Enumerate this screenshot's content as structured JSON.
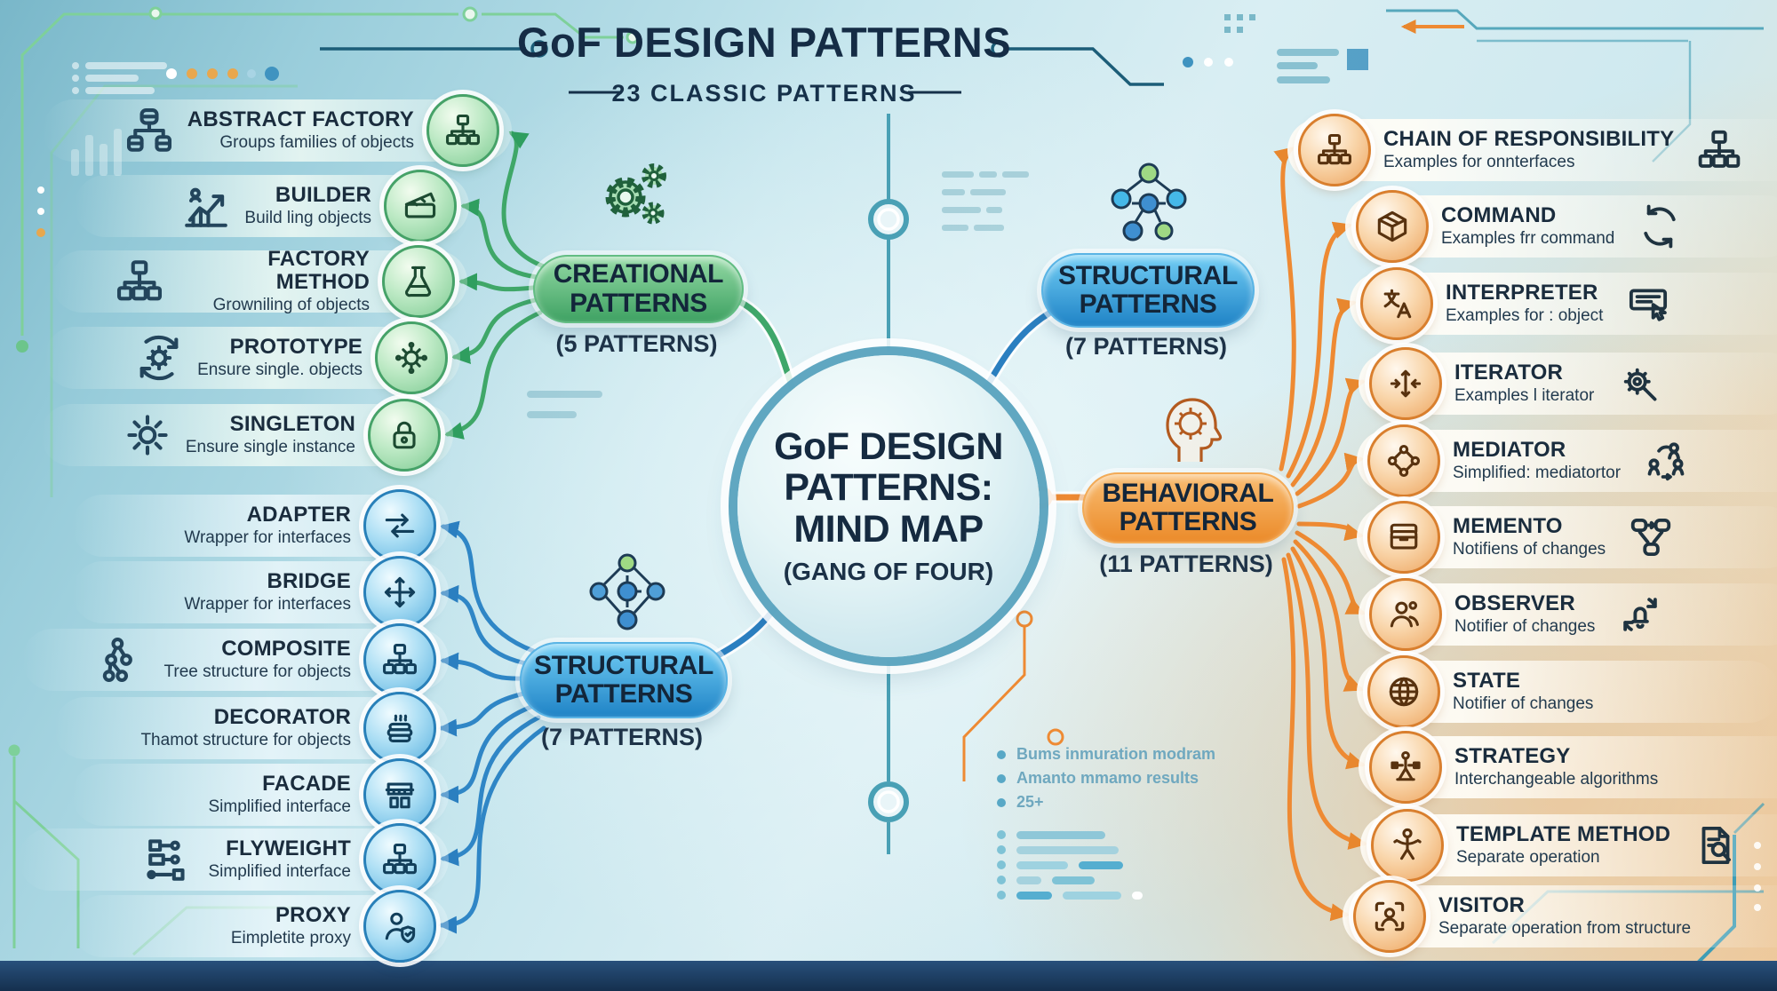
{
  "header": {
    "title": "GoF DESIGN PATTERNS",
    "subtitle": "23 CLASSIC PATTERNS"
  },
  "center_node": {
    "title": "GoF DESIGN PATTERNS: MIND MAP",
    "subtitle": "(GANG OF FOUR)"
  },
  "nodes": {
    "creational": {
      "label": "CREATIONAL PATTERNS",
      "count": "(5 PATTERNS)",
      "color": "#3fa263"
    },
    "structural_left": {
      "label": "STRUCTURAL PATTERNS",
      "count": "(7 PATTERNS)",
      "color": "#1f83c6"
    },
    "structural_right": {
      "label": "STRUCTURAL PATTERNS",
      "count": "(7 PATTERNS)",
      "color": "#1f83c6"
    },
    "behavioral": {
      "label": "BEHAVIORAL PATTERNS",
      "count": "(11 PATTERNS)",
      "color": "#eb8b2a"
    }
  },
  "creational": {
    "items": [
      {
        "title": "ABSTRACT FACTORY",
        "subtitle": "Groups families of objects",
        "badge_icon": "org-chart-icon",
        "side_icon": "database-tree-icon"
      },
      {
        "title": "BUILDER",
        "subtitle": "Build ling objects",
        "badge_icon": "clapperboard-icon",
        "side_icon": "growth-chart-icon"
      },
      {
        "title": "FACTORY METHOD",
        "subtitle": "Growniling of objects",
        "badge_icon": "flask-icon",
        "side_icon": "org-chart-icon"
      },
      {
        "title": "PROTOTYPE",
        "subtitle": "Ensure single. objects",
        "badge_icon": "virus-network-icon",
        "side_icon": "gear-cycle-icon"
      },
      {
        "title": "SINGLETON",
        "subtitle": "Ensure single instance",
        "badge_icon": "lock-icon",
        "side_icon": "gear-icon"
      }
    ]
  },
  "structural": {
    "items": [
      {
        "title": "ADAPTER",
        "subtitle": "Wrapper for interfaces",
        "badge_icon": "swap-arrows-icon"
      },
      {
        "title": "BRIDGE",
        "subtitle": "Wrapper for interfaces",
        "badge_icon": "cross-arrows-icon"
      },
      {
        "title": "COMPOSITE",
        "subtitle": "Tree structure for objects",
        "badge_icon": "org-chart-icon",
        "side_icon": "tree-nodes-icon"
      },
      {
        "title": "DECORATOR",
        "subtitle": "Thamot structure for objects",
        "badge_icon": "stack-icon"
      },
      {
        "title": "FACADE",
        "subtitle": "Simplified interface",
        "badge_icon": "storefront-icon"
      },
      {
        "title": "FLYWEIGHT",
        "subtitle": "Simplified interface",
        "badge_icon": "org-chart-icon",
        "side_icon": "schematic-icon"
      },
      {
        "title": "PROXY",
        "subtitle": "Eimpletite proxy",
        "badge_icon": "user-shield-icon"
      }
    ]
  },
  "behavioral": {
    "items": [
      {
        "title": "CHAIN OF RESPONSIBILITY",
        "subtitle": "Examples for onnterfaces",
        "badge_icon": "org-chart-icon",
        "extra_icon": "org-chart-icon"
      },
      {
        "title": "COMMAND",
        "subtitle": "Examples frr command",
        "badge_icon": "box-icon",
        "extra_icon": "refresh-arrows-icon"
      },
      {
        "title": "INTERPRETER",
        "subtitle": "Examples for : object",
        "badge_icon": "translate-icon",
        "extra_icon": "card-cursor-icon"
      },
      {
        "title": "ITERATOR",
        "subtitle": "Examples l iterator",
        "badge_icon": "compress-arrows-icon",
        "extra_icon": "gear-search-icon"
      },
      {
        "title": "MEDIATOR",
        "subtitle": "Simplified: mediatortor",
        "badge_icon": "diamond-network-icon",
        "extra_icon": "people-exchange-icon"
      },
      {
        "title": "MEMENTO",
        "subtitle": "Notifiens of changes",
        "badge_icon": "drawer-icon",
        "extra_icon": "database-sync-icon"
      },
      {
        "title": "OBSERVER",
        "subtitle": "Notifier of changes",
        "badge_icon": "users-icon",
        "extra_icon": "bell-refresh-icon"
      },
      {
        "title": "STATE",
        "subtitle": "Notifier of changes",
        "badge_icon": "globe-icon"
      },
      {
        "title": "STRATEGY",
        "subtitle": "Interchangeable algorithms",
        "badge_icon": "strategy-figure-icon"
      },
      {
        "title": "TEMPLATE METHOD",
        "subtitle": "Separate operation",
        "badge_icon": "person-icon",
        "extra_icon": "document-search-icon"
      },
      {
        "title": "VISITOR",
        "subtitle": "Separate operation from structure",
        "badge_icon": "scan-person-icon"
      }
    ]
  },
  "notes": {
    "bullets": [
      "Bums inmuration modram",
      "Amanto mmamo results",
      "25+"
    ]
  },
  "colors": {
    "green": "#3fa263",
    "blue": "#2b7fc0",
    "orange": "#ee8a33",
    "navy": "#152c45",
    "teal": "#3e9db5"
  }
}
